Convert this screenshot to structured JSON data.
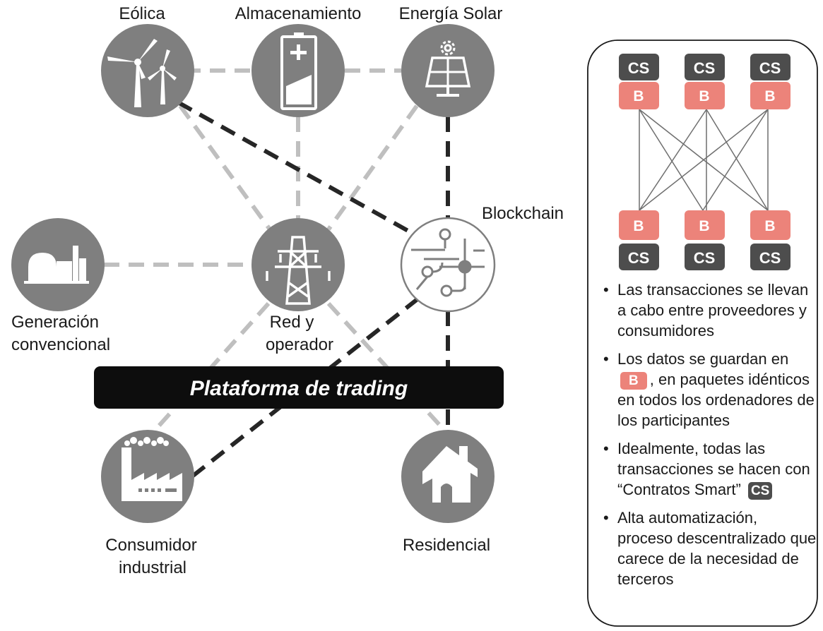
{
  "nodes": {
    "eolica": "Eólica",
    "almacenamiento": "Almacenamiento",
    "solar": "Energía Solar",
    "blockchain": "Blockchain",
    "generacion_line1": "Generación",
    "generacion_line2": "convencional",
    "red_line1": "Red y",
    "red_line2": "operador",
    "consumidor_line1": "Consumidor",
    "consumidor_line2": "industrial",
    "residencial": "Residencial"
  },
  "platform": "Plataforma de trading",
  "legend": {
    "cs": "CS",
    "b": "B",
    "bullet": "•",
    "item1": "Las transacciones se llevan a cabo entre proveedores y consumidores",
    "item2_before": "Los datos se guardan en",
    "item2_after": ", en paquetes idénticos en todos los ordenadores de los participantes",
    "item3": "Idealmente, todas las transacciones se hacen con “Contratos Smart”",
    "item4": "Alta automatización, proceso descentralizado que carece de la necesidad de terceros"
  },
  "colors": {
    "node": "#7f7f7f",
    "dashed_light": "#bfbfbf",
    "dashed_dark": "#262626",
    "b_badge": "#ec837a",
    "cs_badge": "#4d4d4d"
  }
}
